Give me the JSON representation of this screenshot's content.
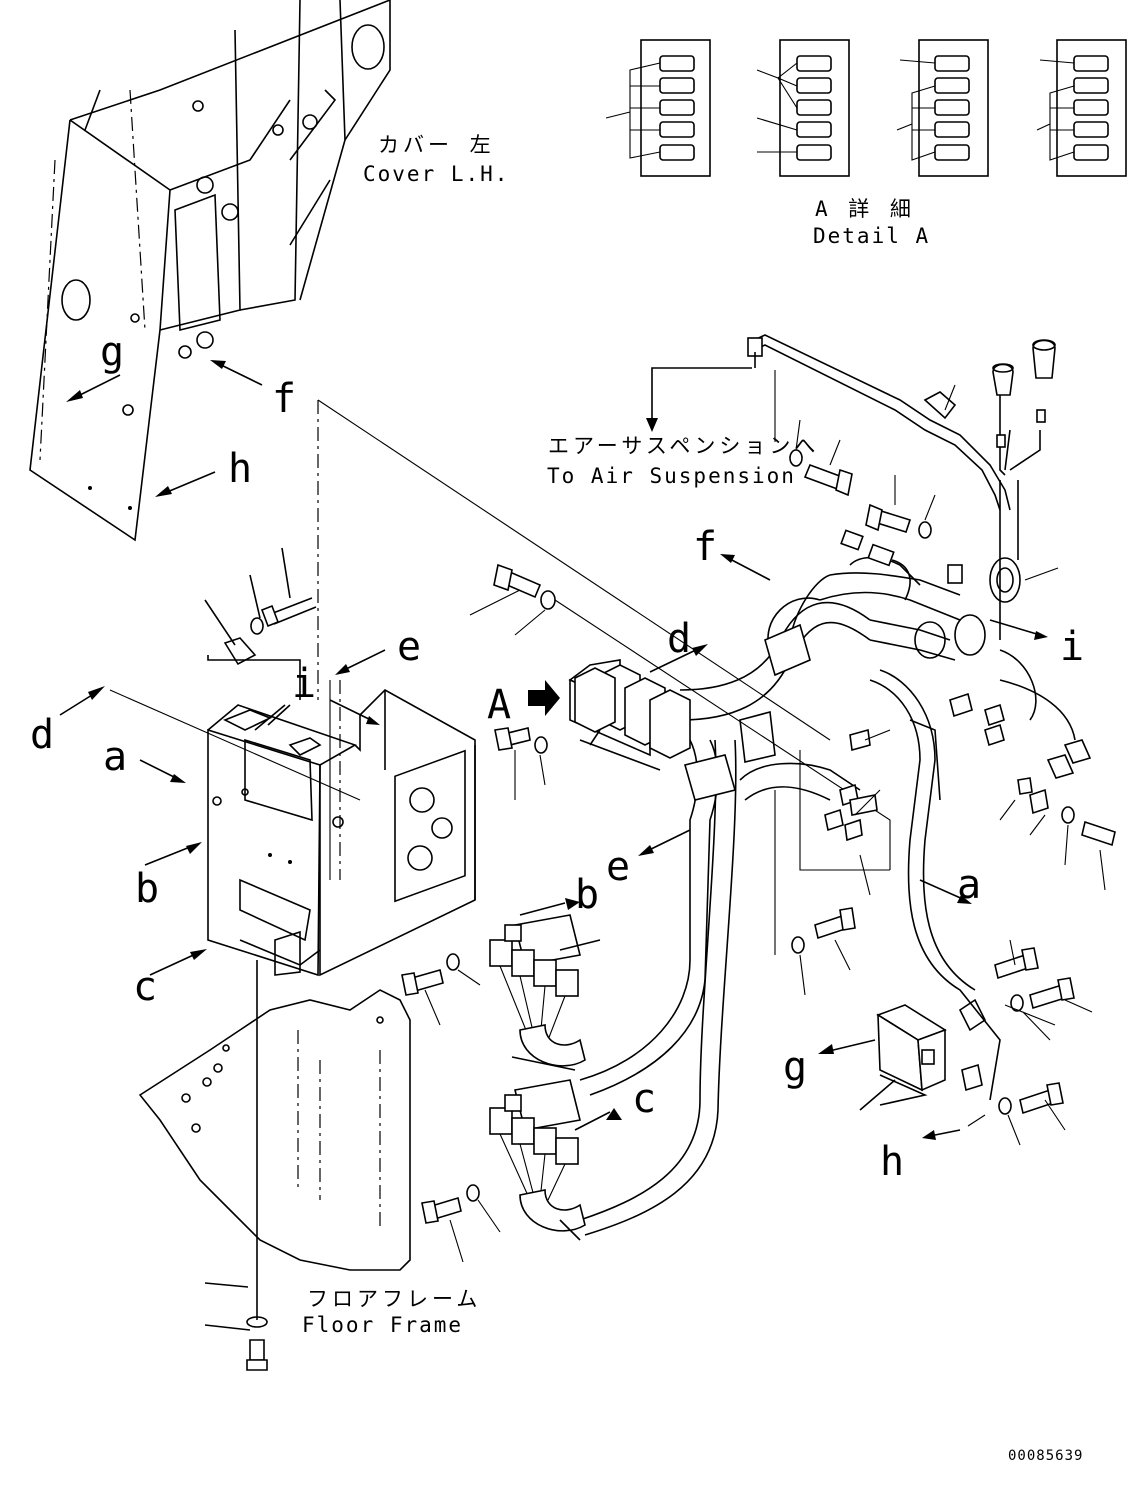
{
  "labels": {
    "cover_jp": "カバー 左",
    "cover_en": "Cover L.H.",
    "detail_jp": "A 詳 細",
    "detail_en": "Detail A",
    "air_jp": "エアーサスペンションへ",
    "air_en": "To Air Suspension",
    "floor_jp": "フロアフレーム",
    "floor_en": "Floor Frame",
    "A": "A",
    "a": "a",
    "b": "b",
    "c": "c",
    "d": "d",
    "e": "e",
    "f": "f",
    "g": "g",
    "h": "h",
    "i": "i"
  },
  "drawing_number": "00085639"
}
